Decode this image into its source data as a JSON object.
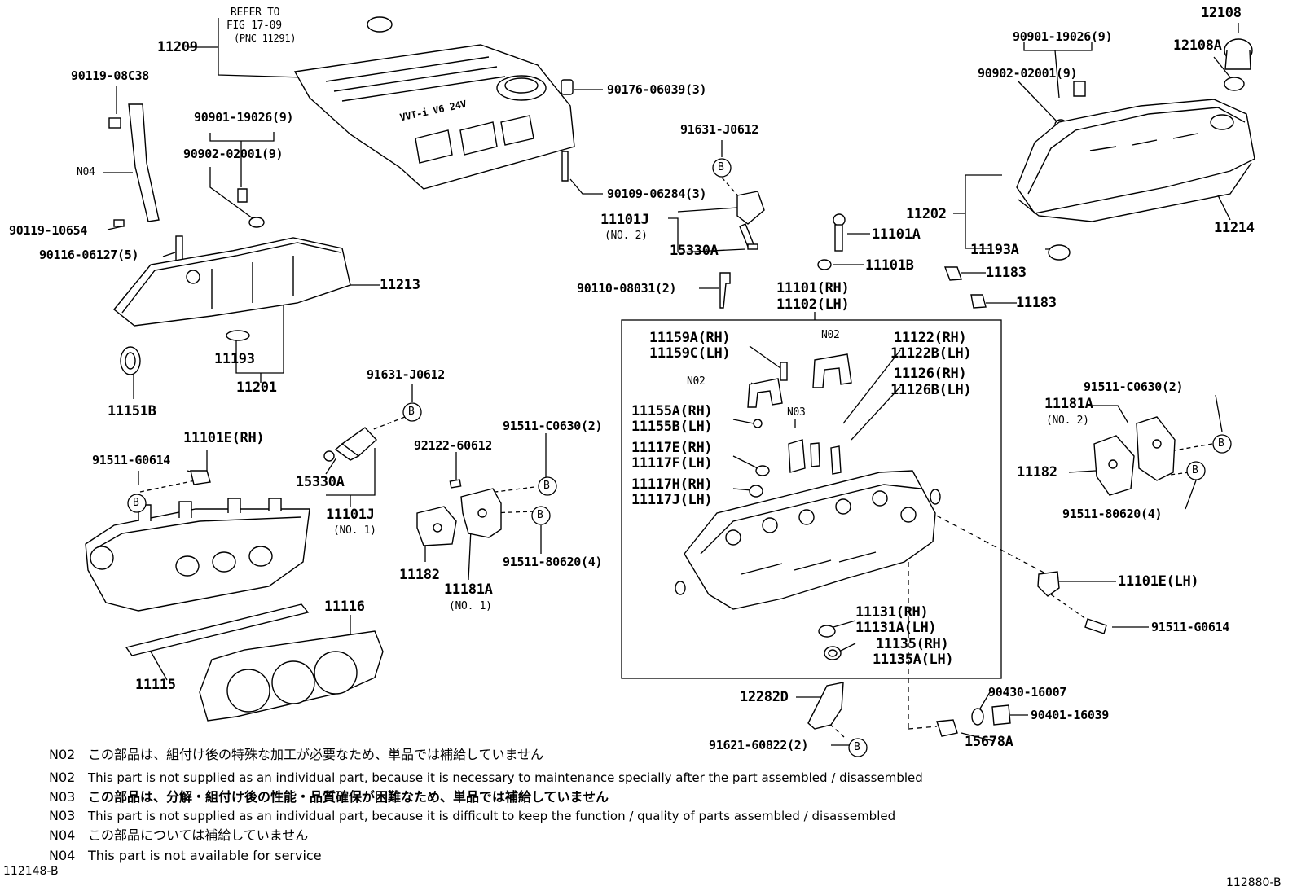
{
  "labels": {
    "refer_to": "REFER TO",
    "fig_ref": "FIG 17-09",
    "pnc_ref": "(PNC 11291)",
    "p11209": "11209",
    "p90176": "90176-06039(3)",
    "p90119_08c38": "90119-08C38",
    "p90901_a": "90901-19026(9)",
    "p90902_a": "90902-02001(9)",
    "n04": "N04",
    "p90119_10654": "90119-10654",
    "p90116": "90116-06127(5)",
    "p91631_a": "91631-J0612",
    "p90109": "90109-06284(3)",
    "p11101j_2": "11101J",
    "no2_a": "(NO. 2)",
    "p15330a_a": "15330A",
    "p11213": "11213",
    "p11193": "11193",
    "p11201": "11201",
    "p11151b": "11151B",
    "p90110": "90110-08031(2)",
    "p11101a": "11101A",
    "p11101b": "11101B",
    "p90901_b": "90901-19026(9)",
    "p90902_b": "90902-02001(9)",
    "p12108": "12108",
    "p12108a": "12108A",
    "p11202": "11202",
    "p11214": "11214",
    "p11193a": "11193A",
    "p11183_a": "11183",
    "p11183_b": "11183",
    "p11101rh": "11101(RH)",
    "p11102lh": "11102(LH)",
    "p11159a": "11159A(RH)",
    "p11159c": "11159C(LH)",
    "n02_a": "N02",
    "n02_b": "N02",
    "p11122": "11122(RH)",
    "p11122b": "11122B(LH)",
    "p11126": "11126(RH)",
    "p11126b": "11126B(LH)",
    "p11155a": "11155A(RH)",
    "p11155b": "11155B(LH)",
    "n03": "N03",
    "p11117e": "11117E(RH)",
    "p11117f": "11117F(LH)",
    "p11117h": "11117H(RH)",
    "p11117j": "11117J(LH)",
    "p91631_b": "91631-J0612",
    "p11101e_rh": "11101E(RH)",
    "p91511_g_a": "91511-G0614",
    "p15330a_b": "15330A",
    "p11101j_1": "11101J",
    "no1_a": "(NO. 1)",
    "p92122": "92122-60612",
    "p91511_c_a": "91511-C0630(2)",
    "p91511_8_a": "91511-80620(4)",
    "p11182_a": "11182",
    "p11181a_1": "11181A",
    "no1_b": "(NO. 1)",
    "p91511_c_b": "91511-C0630(2)",
    "p11181a_2": "11181A",
    "no2_b": "(NO. 2)",
    "p11182_b": "11182",
    "p91511_8_b": "91511-80620(4)",
    "p11101e_lh": "11101E(LH)",
    "p91511_g_b": "91511-G0614",
    "p11116": "11116",
    "p11115": "11115",
    "p11131": "11131(RH)",
    "p11131a": "11131A(LH)",
    "p11135": "11135(RH)",
    "p11135a": "11135A(LH)",
    "p12282d": "12282D",
    "p91621": "91621-60822(2)",
    "p90430": "90430-16007",
    "p90401": "90401-16039",
    "p15678a": "15678A",
    "emblem": "VVT-i V6 24V",
    "b_marker": "B"
  },
  "notes": [
    {
      "tag": "N02",
      "text": "この部品は、組付け後の特殊な加工が必要なため、単品では補給していません"
    },
    {
      "tag": "N02",
      "text": "This part is not supplied as an individual part, because it is necessary to maintenance specially after the part assembled / disassembled"
    },
    {
      "tag": "N03",
      "text": "この部品は、分解・組付け後の性能・品質確保が困難なため、単品では補給していません"
    },
    {
      "tag": "N03",
      "text": "This part is not supplied as an individual part, because it is difficult to keep the function / quality of parts  assembled / disassembled"
    },
    {
      "tag": "N04",
      "text": "この部品については補給していません"
    },
    {
      "tag": "N04",
      "text": "This part is not available for service"
    }
  ],
  "figure_ids": {
    "left": "112148-B",
    "right": "112880-B"
  }
}
